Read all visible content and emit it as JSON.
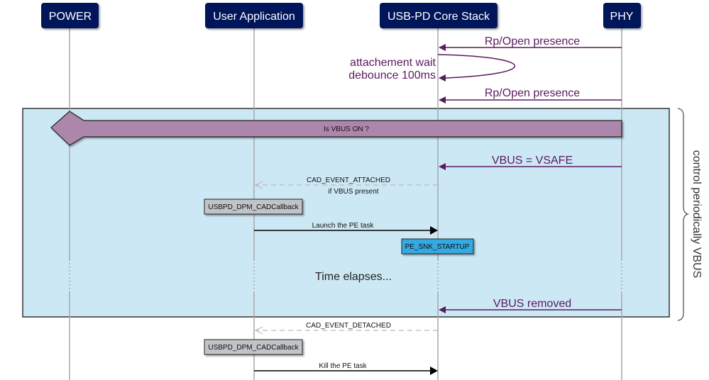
{
  "participants": [
    {
      "id": "power",
      "label": "POWER"
    },
    {
      "id": "user_app",
      "label": "User Application"
    },
    {
      "id": "core_stack",
      "label": "USB-PD Core Stack"
    },
    {
      "id": "phy",
      "label": "PHY"
    }
  ],
  "messages": {
    "rp_open_1": "Rp/Open presence",
    "self_loop_line1": "attachement wait",
    "self_loop_line2": "debounce 100ms",
    "rp_open_2": "Rp/Open presence",
    "is_vbus_on": "Is VBUS ON ?",
    "vbus_vsafe": "VBUS = VSAFE",
    "cad_attached": "CAD_EVENT_ATTACHED",
    "cad_attached_cond": "if VBUS present",
    "launch_pe": "Launch the PE task",
    "time_elapses": "Time elapses...",
    "vbus_removed": "VBUS removed",
    "cad_detached": "CAD_EVENT_DETACHED",
    "kill_pe": "Kill the PE task"
  },
  "notes": {
    "callback_1": "USBPD_DPM_CADCallback",
    "pe_snk_startup": "PE_SNK_STARTUP",
    "callback_2": "USBPD_DPM_CADCallback"
  },
  "loop": {
    "brace_label": "control periodically VBUS"
  },
  "colors": {
    "participant_bg": "#04175a",
    "message_purple": "#5a1a5e",
    "loop_bg": "#cde8f5",
    "broadcast_arrow": "#ad86ab",
    "note_gray": "#c0c4c8",
    "note_blue": "#35a9e0"
  }
}
